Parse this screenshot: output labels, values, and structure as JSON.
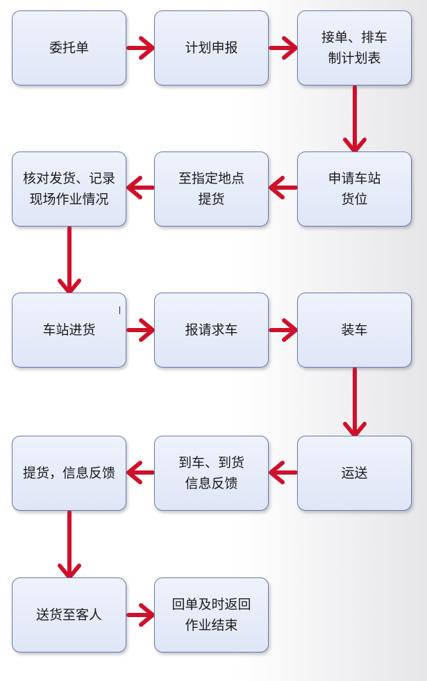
{
  "flow": {
    "steps": [
      {
        "id": "s1",
        "label": "委托单"
      },
      {
        "id": "s2",
        "label": "计划申报"
      },
      {
        "id": "s3",
        "label": "接单、排车\n制计划表"
      },
      {
        "id": "s4",
        "label": "申请车站\n货位"
      },
      {
        "id": "s5",
        "label": "至指定地点\n提货"
      },
      {
        "id": "s6",
        "label": "核对发货、记录\n现场作业情况"
      },
      {
        "id": "s7",
        "label": "车站进货"
      },
      {
        "id": "s8",
        "label": "报请求车"
      },
      {
        "id": "s9",
        "label": "装车"
      },
      {
        "id": "s10",
        "label": "运送"
      },
      {
        "id": "s11",
        "label": "到车、到货\n信息反馈"
      },
      {
        "id": "s12",
        "label": "提货，信息反馈"
      },
      {
        "id": "s13",
        "label": "送货至客人"
      },
      {
        "id": "s14",
        "label": "回单及时返回\n作业结束"
      }
    ],
    "connections": [
      {
        "from": "s1",
        "to": "s2",
        "direction": "right"
      },
      {
        "from": "s2",
        "to": "s3",
        "direction": "right"
      },
      {
        "from": "s3",
        "to": "s4",
        "direction": "down"
      },
      {
        "from": "s4",
        "to": "s5",
        "direction": "left"
      },
      {
        "from": "s5",
        "to": "s6",
        "direction": "left"
      },
      {
        "from": "s6",
        "to": "s7",
        "direction": "down"
      },
      {
        "from": "s7",
        "to": "s8",
        "direction": "right"
      },
      {
        "from": "s8",
        "to": "s9",
        "direction": "right"
      },
      {
        "from": "s9",
        "to": "s10",
        "direction": "down"
      },
      {
        "from": "s10",
        "to": "s11",
        "direction": "left"
      },
      {
        "from": "s11",
        "to": "s12",
        "direction": "left"
      },
      {
        "from": "s12",
        "to": "s13",
        "direction": "down"
      },
      {
        "from": "s13",
        "to": "s14",
        "direction": "right"
      }
    ],
    "colors": {
      "arrow": "#d0102a",
      "box_border": "#6a78a8",
      "box_fill_top": "#eef2fb",
      "box_fill_bottom": "#dfe6f6",
      "text": "#1a1a1a"
    }
  }
}
